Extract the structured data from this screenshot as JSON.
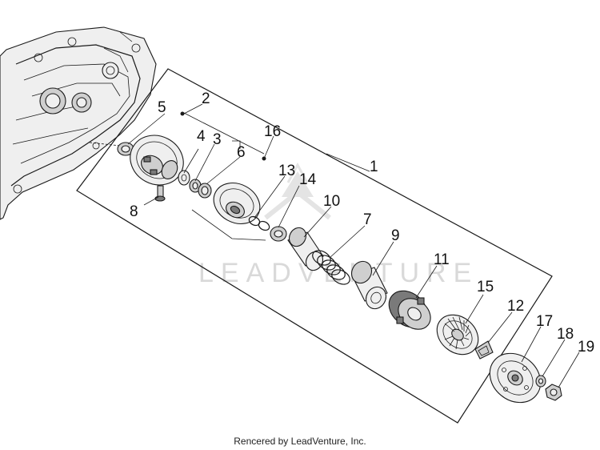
{
  "callouts": [
    {
      "id": "1",
      "label": "1"
    },
    {
      "id": "2",
      "label": "2"
    },
    {
      "id": "3",
      "label": "3"
    },
    {
      "id": "4",
      "label": "4"
    },
    {
      "id": "5",
      "label": "5"
    },
    {
      "id": "6",
      "label": "6"
    },
    {
      "id": "7",
      "label": "7"
    },
    {
      "id": "8",
      "label": "8"
    },
    {
      "id": "9",
      "label": "9"
    },
    {
      "id": "10",
      "label": "10"
    },
    {
      "id": "11",
      "label": "11"
    },
    {
      "id": "12",
      "label": "12"
    },
    {
      "id": "13",
      "label": "13"
    },
    {
      "id": "14",
      "label": "14"
    },
    {
      "id": "15",
      "label": "15"
    },
    {
      "id": "16",
      "label": "16"
    },
    {
      "id": "17",
      "label": "17"
    },
    {
      "id": "18",
      "label": "18"
    },
    {
      "id": "19",
      "label": "19"
    }
  ],
  "watermark": {
    "text": "LEADVENTURE"
  },
  "footer": {
    "credit": "Rencered by LeadVenture, Inc."
  },
  "colors": {
    "line": "#1a1a1a",
    "watermark": "#d9d9d9",
    "background": "#ffffff"
  }
}
